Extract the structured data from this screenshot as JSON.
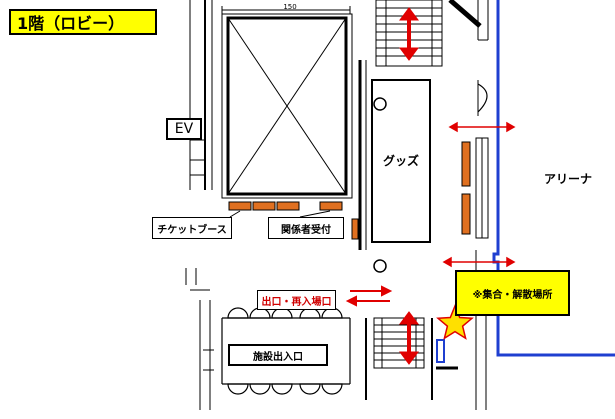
{
  "floor_title": "1階（ロビー）",
  "rooms": {
    "ev": "EV",
    "ticket_booth": "チケットブース",
    "staff_reception": "関係者受付",
    "goods": "グッズ",
    "arena": "アリーナ",
    "exit_reentry": "出口・再入場口",
    "assembly_point": "※集合・解散場所",
    "facility_entrance": "施設出入口"
  },
  "dimension_mark": "150",
  "colors": {
    "highlight_yellow": "#ffff00",
    "arrow_red": "#e00000",
    "booth_orange": "#e07020",
    "arena_blue": "#1f3fd0",
    "star_yellow": "#ffe000"
  },
  "icons": [
    "star-icon",
    "double-arrow-icon"
  ]
}
